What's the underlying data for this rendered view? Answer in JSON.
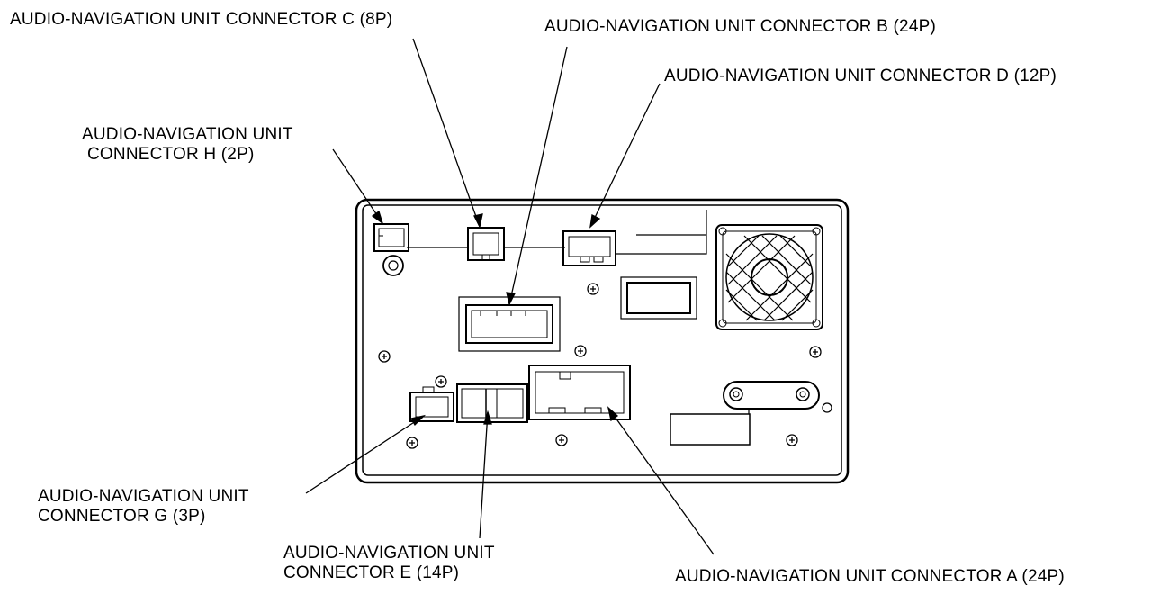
{
  "labels": {
    "connector_c": "AUDIO-NAVIGATION UNIT CONNECTOR C (8P)",
    "connector_b": "AUDIO-NAVIGATION UNIT CONNECTOR B (24P)",
    "connector_d": "AUDIO-NAVIGATION UNIT CONNECTOR D (12P)",
    "connector_h": [
      "AUDIO-NAVIGATION UNIT",
      "CONNECTOR H (2P)"
    ],
    "connector_g": [
      "AUDIO-NAVIGATION UNIT",
      "CONNECTOR G (3P)"
    ],
    "connector_e": [
      "AUDIO-NAVIGATION UNIT",
      "CONNECTOR E (14P)"
    ],
    "connector_a": "AUDIO-NAVIGATION UNIT CONNECTOR A (24P)"
  },
  "colors": {
    "line": "#000000",
    "background": "#ffffff"
  }
}
